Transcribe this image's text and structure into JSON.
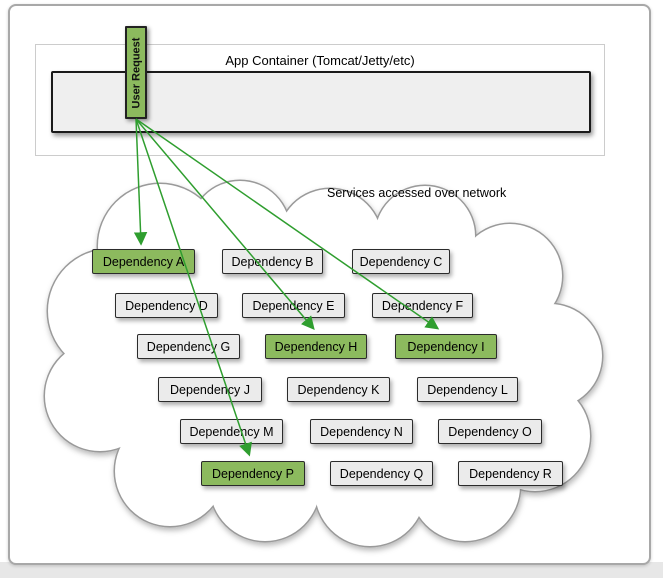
{
  "app_container": {
    "title": "App Container (Tomcat/Jetty/etc)"
  },
  "user_request": {
    "label": "User Request"
  },
  "network": {
    "caption": "Services accessed over network"
  },
  "dependencies": [
    {
      "label": "Dependency A",
      "highlighted": true
    },
    {
      "label": "Dependency B",
      "highlighted": false
    },
    {
      "label": "Dependency C",
      "highlighted": false
    },
    {
      "label": "Dependency D",
      "highlighted": false
    },
    {
      "label": "Dependency E",
      "highlighted": false
    },
    {
      "label": "Dependency F",
      "highlighted": false
    },
    {
      "label": "Dependency G",
      "highlighted": false
    },
    {
      "label": "Dependency H",
      "highlighted": true
    },
    {
      "label": "Dependency I",
      "highlighted": true
    },
    {
      "label": "Dependency J",
      "highlighted": false
    },
    {
      "label": "Dependency K",
      "highlighted": false
    },
    {
      "label": "Dependency L",
      "highlighted": false
    },
    {
      "label": "Dependency M",
      "highlighted": false
    },
    {
      "label": "Dependency N",
      "highlighted": false
    },
    {
      "label": "Dependency O",
      "highlighted": false
    },
    {
      "label": "Dependency P",
      "highlighted": true
    },
    {
      "label": "Dependency Q",
      "highlighted": false
    },
    {
      "label": "Dependency R",
      "highlighted": false
    }
  ],
  "arrows": {
    "from": "User Request",
    "to": [
      "Dependency A",
      "Dependency H",
      "Dependency I",
      "Dependency P"
    ],
    "color": "#2f9e2f"
  },
  "colors": {
    "highlight_green": "#8cba5e",
    "dependency_gray": "#ebebeb",
    "container_fill": "#efefef",
    "cloud_outline": "#9a9a9a",
    "frame_border": "#a8a8a8"
  }
}
